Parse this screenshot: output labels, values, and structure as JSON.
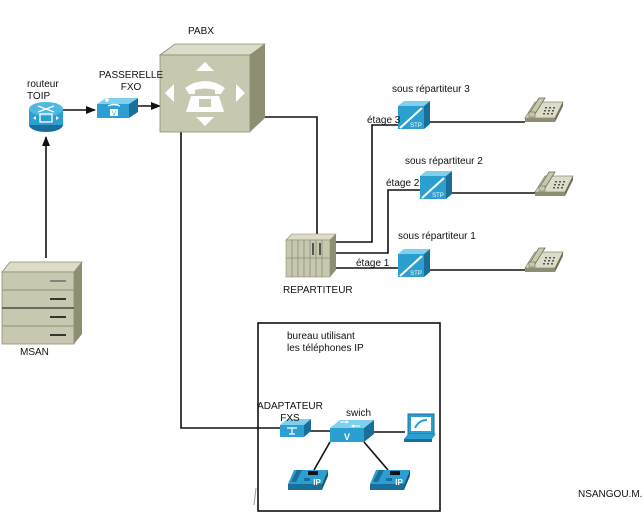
{
  "diagram": {
    "nodes": {
      "msan": {
        "label": "MSAN",
        "icon": "server-rack-icon"
      },
      "router": {
        "label_line1": "routeur",
        "label_line2": "TOIP",
        "icon": "router-icon"
      },
      "fxo_gateway": {
        "label_line1": "PASSERELLE",
        "label_line2": "FXO",
        "icon": "voice-gateway-icon"
      },
      "pabx": {
        "label": "PABX",
        "icon": "pbx-icon"
      },
      "repartiteur": {
        "label": "REPARTITEUR",
        "icon": "distribution-frame-icon"
      },
      "sub_dist_3": {
        "label": "sous répartiteur  3",
        "badge": "STP",
        "icon": "stp-icon"
      },
      "sub_dist_2": {
        "label": "sous répartiteur  2",
        "badge": "STP",
        "icon": "stp-icon"
      },
      "sub_dist_1": {
        "label": "sous répartiteur 1",
        "badge": "STP",
        "icon": "stp-icon"
      },
      "floor_3": {
        "label": "étage 3"
      },
      "floor_2": {
        "label": "étage 2"
      },
      "floor_1": {
        "label": "étage 1"
      },
      "phone_3": {
        "icon": "analog-phone-icon"
      },
      "phone_2": {
        "icon": "analog-phone-icon"
      },
      "phone_1": {
        "icon": "analog-phone-icon"
      },
      "office": {
        "label_line1": "bureau utilisant",
        "label_line2": "les téléphones IP"
      },
      "fxs_adapter": {
        "label_line1": "ADAPTATEUR",
        "label_line2": "FXS",
        "icon": "ata-icon"
      },
      "switch": {
        "label": "swich",
        "icon": "switch-icon"
      },
      "softphone": {
        "icon": "softphone-pc-icon"
      },
      "ip_phone_1": {
        "badge": "IP",
        "icon": "ip-phone-icon"
      },
      "ip_phone_2": {
        "badge": "IP",
        "icon": "ip-phone-icon"
      }
    },
    "edges": [
      {
        "from": "msan",
        "to": "router",
        "arrow": true
      },
      {
        "from": "router",
        "to": "fxo_gateway",
        "arrow": true
      },
      {
        "from": "fxo_gateway",
        "to": "pabx",
        "arrow": true
      },
      {
        "from": "pabx",
        "to": "repartiteur"
      },
      {
        "from": "pabx",
        "to": "fxs_adapter"
      },
      {
        "from": "repartiteur",
        "to": "sub_dist_3"
      },
      {
        "from": "repartiteur",
        "to": "sub_dist_2"
      },
      {
        "from": "repartiteur",
        "to": "sub_dist_1"
      },
      {
        "from": "sub_dist_3",
        "to": "phone_3"
      },
      {
        "from": "sub_dist_2",
        "to": "phone_2"
      },
      {
        "from": "sub_dist_1",
        "to": "phone_1"
      },
      {
        "from": "fxs_adapter",
        "to": "switch"
      },
      {
        "from": "switch",
        "to": "softphone"
      },
      {
        "from": "switch",
        "to": "ip_phone_1"
      },
      {
        "from": "switch",
        "to": "ip_phone_2"
      }
    ],
    "author": "NSANGOU.M.S"
  },
  "colors": {
    "cisco_blue": "#2a9fd0",
    "cisco_blue_dark": "#1a6f9a",
    "cisco_blue_light": "#7fd0ee",
    "beige": "#c8c8b0",
    "beige_dark": "#8e8e72",
    "beige_light": "#dcdcc8",
    "line": "#111111"
  }
}
